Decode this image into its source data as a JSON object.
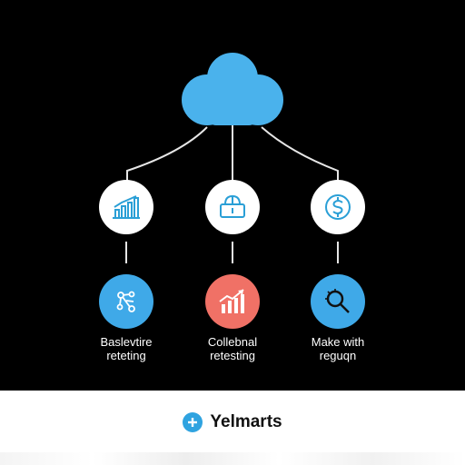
{
  "colors": {
    "background": "#000000",
    "cloud": "#4ab2ec",
    "node_blue": "#3fa9e8",
    "node_red": "#f07166",
    "icon_stroke": "#2a9fd6",
    "connector": "#e6e6e6",
    "brand_icon": "#2fa3e0"
  },
  "diagram": {
    "root_icon": "cloud-icon",
    "top_nodes": [
      {
        "icon": "bar-chart-icon"
      },
      {
        "icon": "cloud-lock-icon"
      },
      {
        "icon": "dollar-coin-icon"
      }
    ],
    "bottom_nodes": [
      {
        "icon": "network-nodes-icon",
        "color": "#3fa9e8",
        "label_line1": "Baslevtire",
        "label_line2": "reteting"
      },
      {
        "icon": "trend-up-chart-icon",
        "color": "#f07166",
        "label_line1": "Collebnal",
        "label_line2": "retesting"
      },
      {
        "icon": "magnifier-icon",
        "color": "#3fa9e8",
        "label_line1": "Make with",
        "label_line2": "reguqn"
      }
    ]
  },
  "footer": {
    "brand_name": "Yelmarts",
    "brand_icon": "plus-circle-icon"
  }
}
